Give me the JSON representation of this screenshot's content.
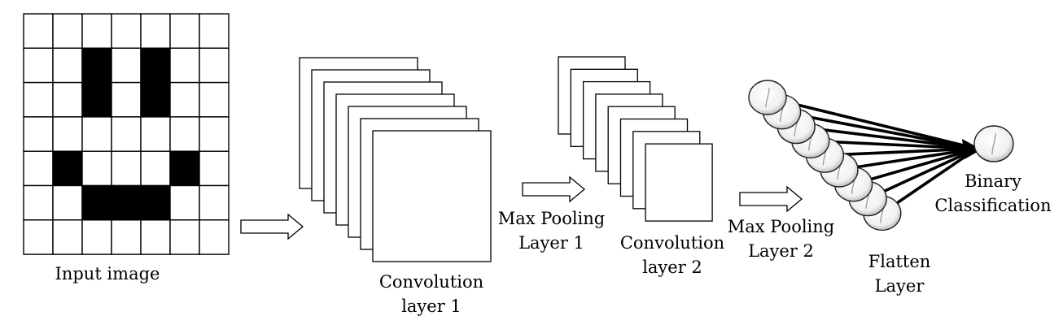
{
  "input_image": {
    "label": "Input image",
    "rows": 7,
    "cols": 7,
    "filled_cells": [
      [
        1,
        2
      ],
      [
        1,
        4
      ],
      [
        2,
        2
      ],
      [
        2,
        4
      ],
      [
        4,
        1
      ],
      [
        4,
        5
      ],
      [
        5,
        2
      ],
      [
        5,
        3
      ],
      [
        5,
        4
      ]
    ]
  },
  "conv1": {
    "label_line1": "Convolution",
    "label_line2": "layer 1",
    "maps": 7
  },
  "pool1": {
    "label_line1": "Max Pooling",
    "label_line2": "Layer 1"
  },
  "conv2": {
    "label_line1": "Convolution",
    "label_line2": "layer 2",
    "maps": 8
  },
  "pool2": {
    "label_line1": "Max Pooling",
    "label_line2": "Layer 2"
  },
  "flatten": {
    "label_line1": "Flatten",
    "label_line2": "Layer",
    "nodes": 9
  },
  "output": {
    "label_line1": "Binary",
    "label_line2": "Classification"
  }
}
